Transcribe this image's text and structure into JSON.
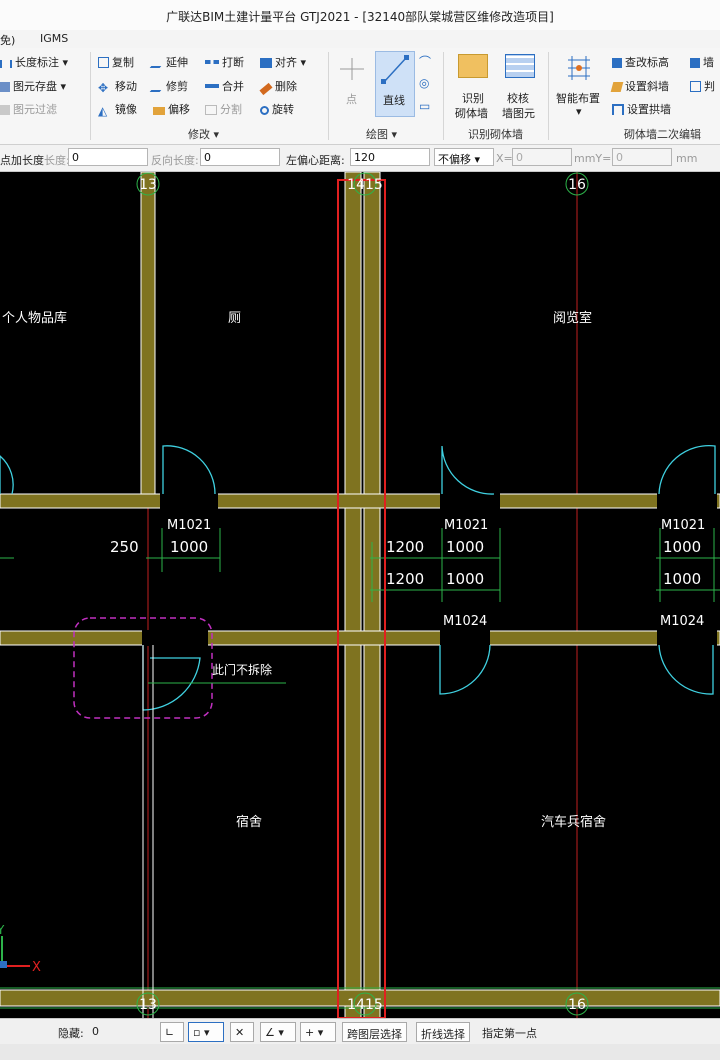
{
  "window": {
    "title": "广联达BIM土建计量平台 GTJ2021 - [32140部队棠城营区维修改造项目]"
  },
  "menu": {
    "items": [
      "免)",
      "IGMS"
    ]
  },
  "ribbon": {
    "left_tools": [
      "长度标注",
      "图元存盘",
      "图元过滤"
    ],
    "modify_tools": [
      "复制",
      "延伸",
      "打断",
      "对齐",
      "移动",
      "修剪",
      "合并",
      "删除",
      "镜像",
      "偏移",
      "分割",
      "旋转"
    ],
    "modify_group": "修改",
    "draw_point": "点",
    "draw_line": "直线",
    "draw_group": "绘图",
    "recognize_wall_1": "识别",
    "recognize_wall_2": "砌体墙",
    "check_wall_1": "校核",
    "check_wall_2": "墙图元",
    "recognize_group": "识别砌体墙",
    "smart_layout": "智能布置",
    "edit_tools": [
      "查改标高",
      "设置斜墙",
      "设置拱墙"
    ],
    "edit_extra": [
      "墙",
      "判"
    ],
    "edit_group": "砌体墙二次编辑"
  },
  "propbar": {
    "extend_label": "点加长度",
    "length_label": "长度:",
    "length_value": "0",
    "reverse_label": "反向长度:",
    "reverse_value": "0",
    "offset_label": "左偏心距离:",
    "offset_value": "120",
    "offset_mode": "不偏移",
    "x_label": "X=",
    "x_value": "0",
    "y_label": "mmY=",
    "y_value": "0",
    "unit": "mm"
  },
  "canvas": {
    "axis_top": [
      "13",
      "1415",
      "16"
    ],
    "axis_bottom": [
      "13",
      "1415",
      "16"
    ],
    "rooms": [
      "个人物品库",
      "厕",
      "阅览室",
      "宿舍",
      "汽车兵宿舍"
    ],
    "door_labels": [
      "M1021",
      "M1021",
      "M1021",
      "M1024",
      "M1024"
    ],
    "dims": [
      "250",
      "1000",
      "1200",
      "1000",
      "1200",
      "1000",
      "1000",
      "1000"
    ],
    "note": "此门不拆除",
    "coord_x": "X",
    "coord_y": "Y"
  },
  "status": {
    "hidden_label": "隐藏:",
    "hidden_value": "0",
    "cross_layer": "跨图层选择",
    "polyline_select": "折线选择",
    "prompt": "指定第一点"
  }
}
